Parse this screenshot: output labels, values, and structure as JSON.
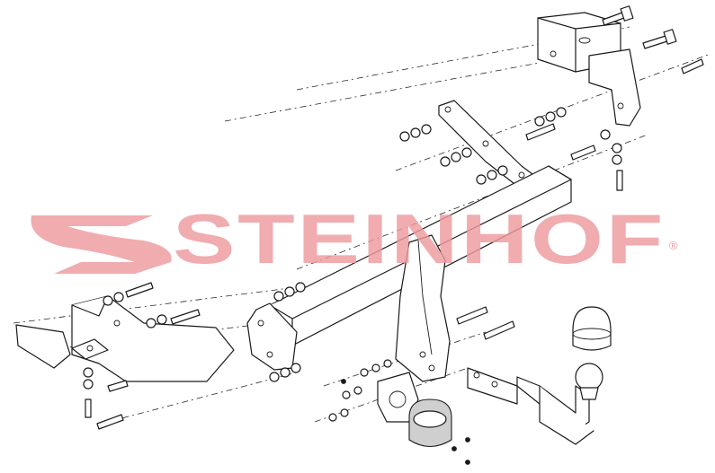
{
  "watermark": {
    "brand": "STEINHOF",
    "registered": "®",
    "color": "#ed9a9e"
  },
  "colors": {
    "line": "#1a1a1a",
    "background": "#ffffff",
    "part_fill": "#ffffff",
    "shade": "#cfcfcf"
  },
  "parts": [
    "mounting-bracket-right",
    "side-plate-right",
    "crossbar-tube",
    "central-bracket",
    "side-plate-left",
    "mounting-bracket-left",
    "towbar-neck",
    "tow-ball",
    "ball-cover",
    "socket-plate",
    "electrical-socket",
    "bolts",
    "nuts-and-washers"
  ]
}
